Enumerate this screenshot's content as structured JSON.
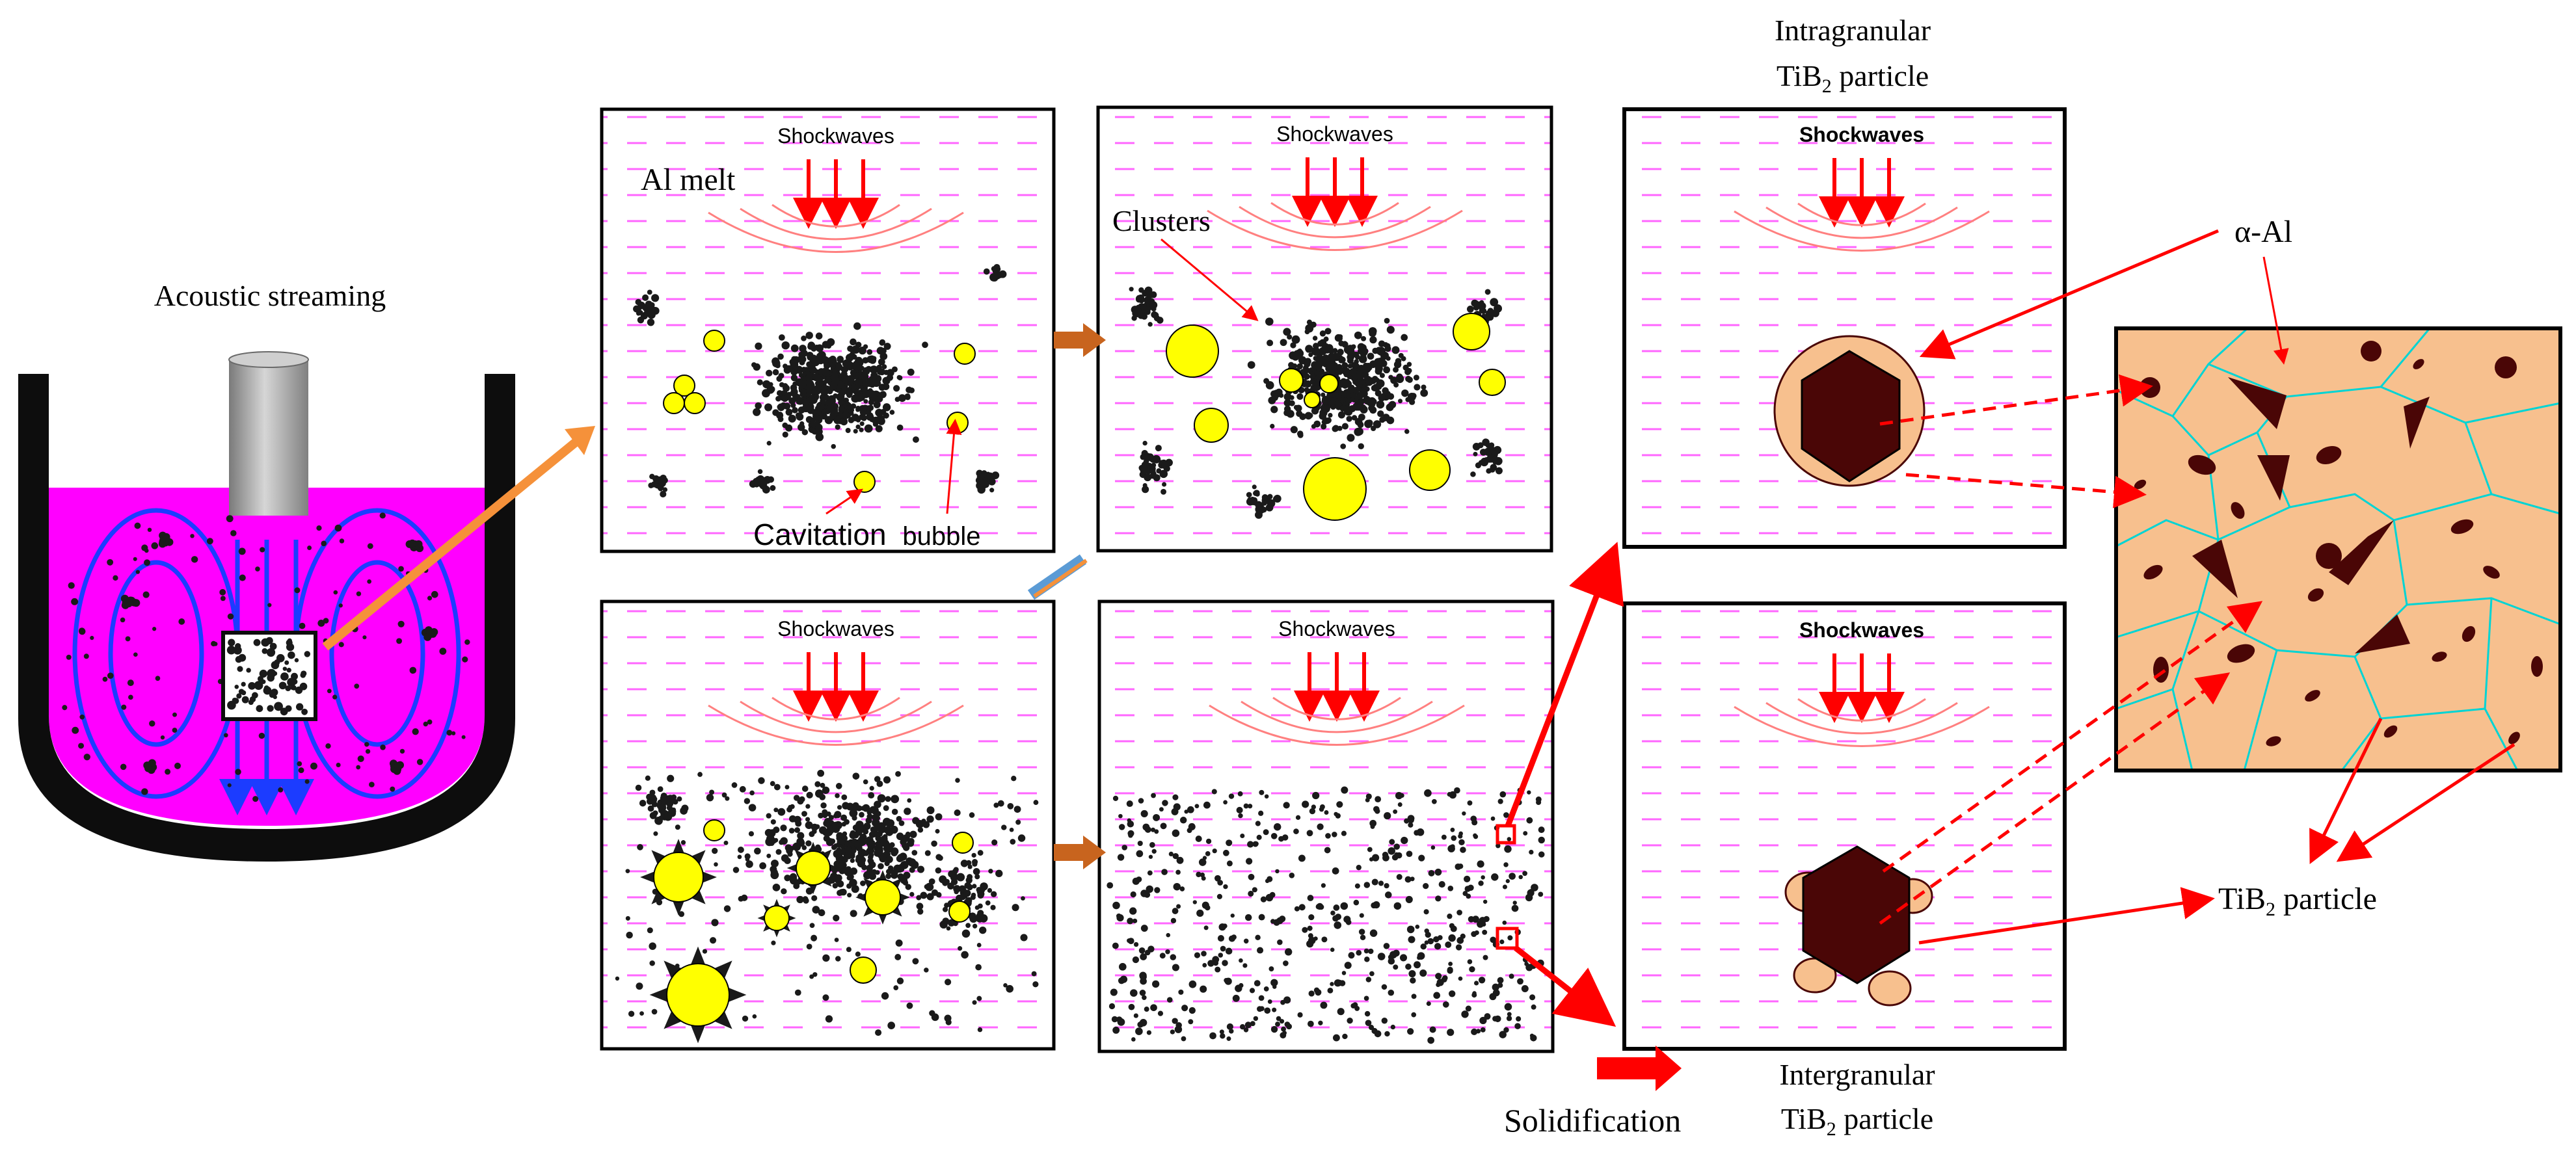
{
  "labels": {
    "acoustic_streaming": "Acoustic streaming",
    "al_melt": "Al melt",
    "shockwaves": "Shockwaves",
    "clusters": "Clusters",
    "cavitation_bubble_a": "Cavitation",
    "cavitation_bubble_b": "bubble",
    "intragranular_l1": "Intragranular",
    "intergranular_l1": "Intergranular",
    "tib2_prefix": "TiB",
    "tib2_sub": "2",
    "particle_suffix": " particle",
    "alpha_al": "α-Al",
    "solidification": "Solidification"
  },
  "colors": {
    "melt_magenta": "#ff00ff",
    "melt_dash": "#ff66ff",
    "particle_black": "#1a1a1a",
    "bubble_yellow": "#ffff00",
    "arrow_red": "#ff0000",
    "arrow_orange": "#f5913a",
    "arrow_brown": "#c8641e",
    "arrow_blue": "#5b9bd5",
    "streaming_blue": "#1c3cff",
    "grain_fill": "#f7c08e",
    "grain_boundary": "#00d4d4",
    "tib2_dark": "#4a0606",
    "probe_grey": "#a8a8a8",
    "vessel_black": "#0d0d0d"
  }
}
